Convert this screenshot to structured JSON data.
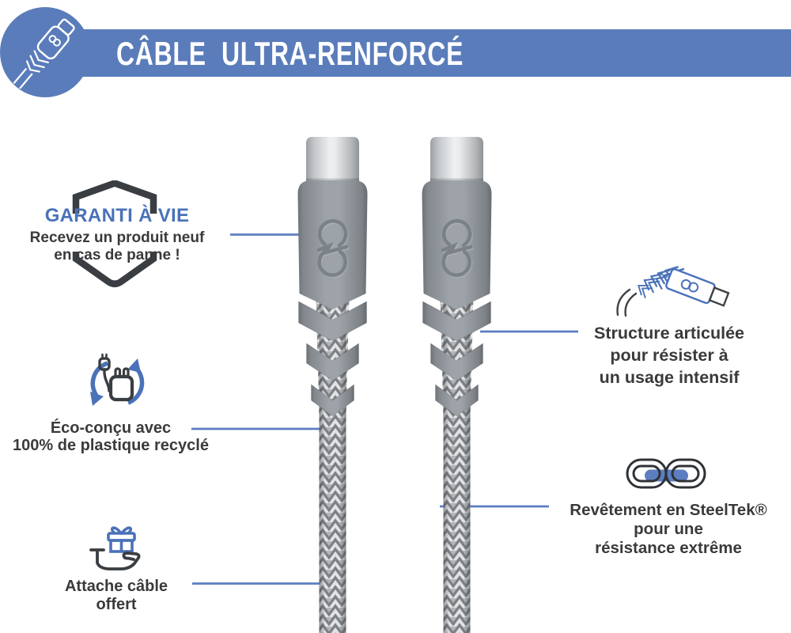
{
  "header": {
    "title": "CÂBLE  ULTRA-RENFORCÉ"
  },
  "callouts": {
    "warranty": {
      "title": "GARANTI À VIE",
      "line1": "Recevez un produit neuf",
      "line2": "en cas de panne !"
    },
    "eco": {
      "line1": "Éco-conçu avec",
      "line2": "100% de plastique recyclé"
    },
    "gift": {
      "line1": "Attache câble",
      "line2": "offert"
    },
    "structure": {
      "line1": "Structure articulée",
      "line2": "pour résister à",
      "line3": "un usage intensif"
    },
    "coating": {
      "line1": "Revêtement en SteelTek®",
      "line2": "pour une",
      "line3": "résistance extrême"
    }
  },
  "icons": {
    "logo": "braided-cable-connector-icon",
    "warranty": "shield-icon",
    "eco": "recycle-arrows-charger-icon",
    "gift": "gift-in-hand-icon",
    "structure": "articulated-cable-icon",
    "coating": "chain-links-icon"
  },
  "colors": {
    "accent_blue": "#4a72b8",
    "header_blue": "#5a7cba",
    "callout_line_blue": "#5b7ec0",
    "text_dark": "#3a3a3c",
    "cable_gray": "#9aa0a5"
  }
}
